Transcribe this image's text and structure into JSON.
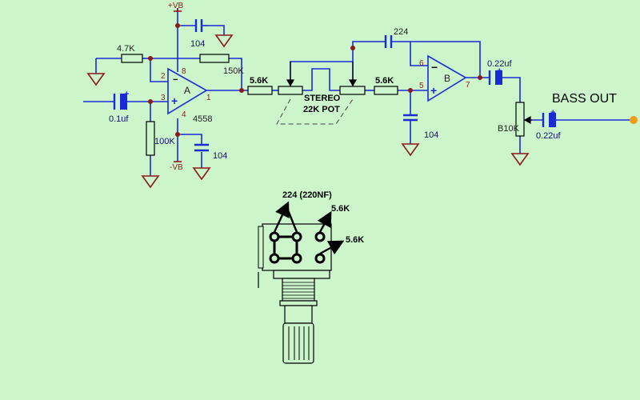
{
  "colors": {
    "background": "#ccf5cc",
    "wire": "#1a2bd6",
    "component": "#8b1a1a",
    "junction": "#8b1a1a",
    "output_terminal": "#f39c12"
  },
  "labels": {
    "vplus": "+VB",
    "vminus": "-VB",
    "c_top": "104",
    "c_bottom": "104",
    "c_filter": "104",
    "r_4k7": "4.7K",
    "r_150k": "150K",
    "r_100k": "100K",
    "c_input": "0.1uf",
    "opamp_a": "A",
    "opamp_b": "B",
    "ic_name": "4558",
    "r_5k6_left": "5.6K",
    "r_5k6_right": "5.6K",
    "pot_line1": "STEREO",
    "pot_line2": "22K POT",
    "c_224": "224",
    "c_out1": "0.22uf",
    "c_out2": "0.22uf",
    "pot_b10k": "B10K",
    "bass_out": "BASS OUT"
  },
  "pins": {
    "a_minus": "2",
    "a_plus": "3",
    "a_out": "1",
    "a_vcc": "8",
    "a_gnd": "4",
    "b_minus": "6",
    "b_plus": "5",
    "b_out": "7"
  },
  "pot_diagram": {
    "cap_label": "224 (220NF)",
    "r_upper": "5.6K",
    "r_lower": "5.6K"
  }
}
